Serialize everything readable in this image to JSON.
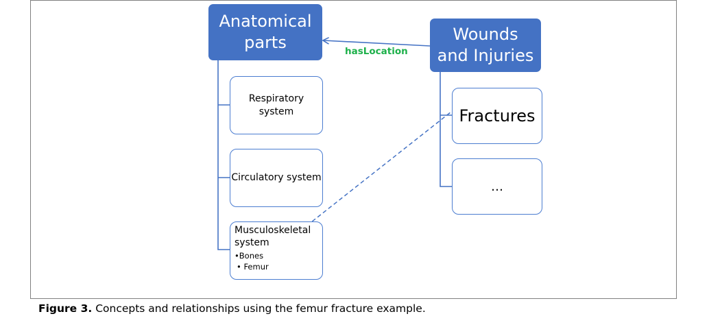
{
  "diagram": {
    "nodes": {
      "anatomical_parts": {
        "label": "Anatomical parts",
        "line1": "Anatomical",
        "line2": "parts"
      },
      "wounds_injuries": {
        "label": "Wounds and Injuries",
        "line1": "Wounds",
        "line2": "and Injuries"
      },
      "respiratory": {
        "line1": "Respiratory",
        "line2": "system"
      },
      "circulatory": {
        "label": "Circulatory system"
      },
      "musculoskeletal": {
        "line1": "Musculoskeletal",
        "line2": "system",
        "bullets": [
          "•Bones",
          "• Femur"
        ]
      },
      "fractures": {
        "label": "Fractures"
      },
      "ellipsis": {
        "label": "…"
      }
    },
    "edges": [
      {
        "from": "wounds_injuries",
        "to": "anatomical_parts",
        "label": "hasLocation",
        "style": "solid-arrow"
      },
      {
        "from": "fractures",
        "to": "musculoskeletal",
        "label": "",
        "style": "dashed-arrow"
      }
    ],
    "colors": {
      "parent_fill": "#4472c4",
      "child_border": "#4a7cd0",
      "edge_label": "#1db04a",
      "frame": "#7f7f7f"
    }
  },
  "caption": {
    "prefix": "Figure 3.",
    "text": " Concepts and relationships using the femur fracture example."
  }
}
